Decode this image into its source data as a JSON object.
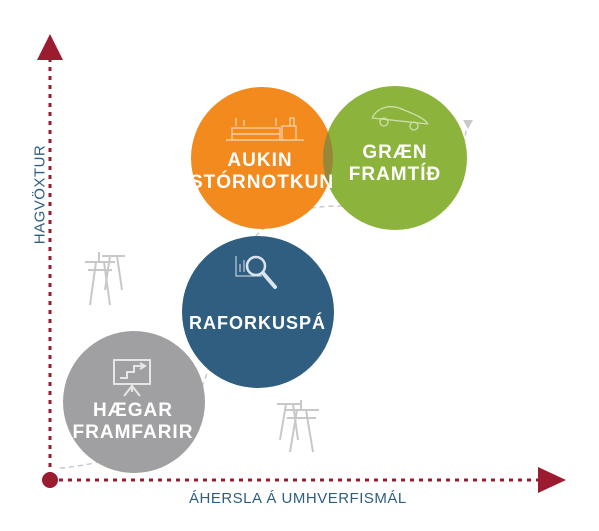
{
  "axes": {
    "y_label": "HAGVÖXTUR",
    "x_label": "ÁHERSLA Á UMHVERFISMÁL",
    "color": "#9b1b30"
  },
  "scenarios": [
    {
      "id": "haegar",
      "line1": "HÆGAR",
      "line2": "FRAMFARIR",
      "color": "#a0a0a2",
      "icon": "presentation-board-icon"
    },
    {
      "id": "rafork",
      "line1": "RAFORKUSPÁ",
      "line2": "",
      "color": "#2f5e80",
      "icon": "magnifier-chart-icon"
    },
    {
      "id": "aukin",
      "line1": "AUKIN",
      "line2": "STÓRNOTKUN",
      "color": "#f28a1e",
      "icon": "factory-icon"
    },
    {
      "id": "graen",
      "line1": "GRÆN",
      "line2": "FRAMTÍÐ",
      "color": "#8cb33b",
      "icon": "eco-car-icon"
    }
  ]
}
